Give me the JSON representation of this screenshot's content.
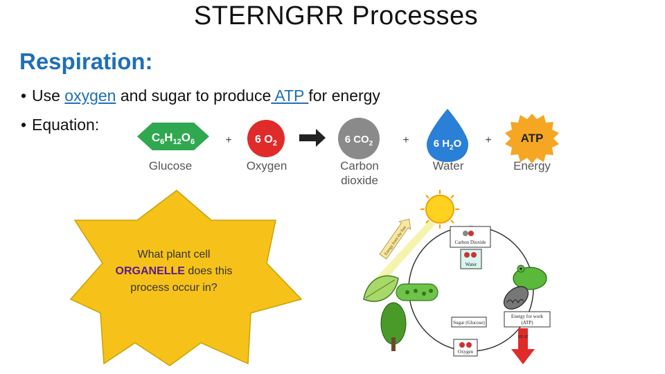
{
  "slide": {
    "title": "STERNGRR Processes",
    "heading": "Respiration:",
    "bullets": {
      "b1": {
        "pre": "Use ",
        "link1": "oxygen",
        "mid": " and sugar to produce",
        "link2": " ATP ",
        "post": "for energy"
      },
      "b2": {
        "text": "Equation:"
      }
    }
  },
  "equation": {
    "glucose": {
      "formula_c": "C",
      "sub1": "6",
      "h": "H",
      "sub2": "12",
      "o": "O",
      "sub3": "6",
      "label": "Glucose",
      "color": "#2fa84f"
    },
    "plus": "+",
    "oxygen": {
      "coef": "6 O",
      "sub": "2",
      "label": "Oxygen",
      "color": "#e02b2b"
    },
    "co2": {
      "coef": "6 CO",
      "sub": "2",
      "label_line1": "Carbon",
      "label_line2": "dioxide",
      "color": "#8a8a8a"
    },
    "water": {
      "coef": "6 H",
      "sub": "2",
      "o": "O",
      "label": "Water",
      "color": "#2a7fd6"
    },
    "atp": {
      "text": "ATP",
      "label": "Energy",
      "color": "#f5a623"
    }
  },
  "callout": {
    "line1": "What plant cell",
    "bold": "ORGANELLE",
    "line2": " does this",
    "line3": "process occur in?",
    "fill": "#f6c21a"
  },
  "diagram": {
    "carbon_dioxide": "Carbon Dioxide",
    "water": "Water",
    "sugar": "Sugar (Glucose)",
    "oxygen": "Oxygen",
    "energy_line1": "Energy for work",
    "energy_line2": "(ATP)",
    "sun_arrow": "Energy from the Sun",
    "heat": "HEAT"
  }
}
